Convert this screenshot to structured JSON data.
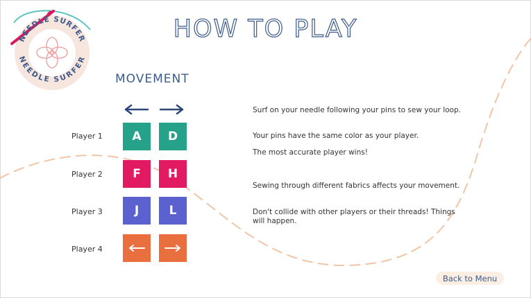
{
  "logo": {
    "text_top": "NEEDLE SURFER",
    "text_bottom": "NEEDLE SURFER",
    "colors": {
      "ring": "#f7e6de",
      "text": "#3c5a8a",
      "needle": "#d81b60",
      "thread": "#5cc3c1",
      "flower": "#f19a9a"
    }
  },
  "title": "HOW TO PLAY",
  "movement": {
    "heading": "MOVEMENT",
    "left_arrow_icon": "arrow-left-icon",
    "right_arrow_icon": "arrow-right-icon"
  },
  "players": [
    {
      "label": "Player 1",
      "left_key": "A",
      "right_key": "D",
      "color": "#26a28a"
    },
    {
      "label": "Player 2",
      "left_key": "F",
      "right_key": "H",
      "color": "#e21a62"
    },
    {
      "label": "Player 3",
      "left_key": "J",
      "right_key": "L",
      "color": "#5b62cf"
    },
    {
      "label": "Player 4",
      "left_key": "arrow-left-icon",
      "right_key": "arrow-right-icon",
      "color": "#e96f3f"
    }
  ],
  "instructions": [
    "Surf on your needle following your pins to sew your loop.",
    "Your pins have the same color as your player.",
    "The most accurate player wins!",
    "Sewing through different fabrics affects your movement.",
    "Don't collide with other players or their threads! Things will happen."
  ],
  "back_button": "Back to Menu",
  "colors": {
    "title": "#3c5a8a",
    "thread": "#f2c4a6",
    "frame": "#d9d9d9"
  }
}
